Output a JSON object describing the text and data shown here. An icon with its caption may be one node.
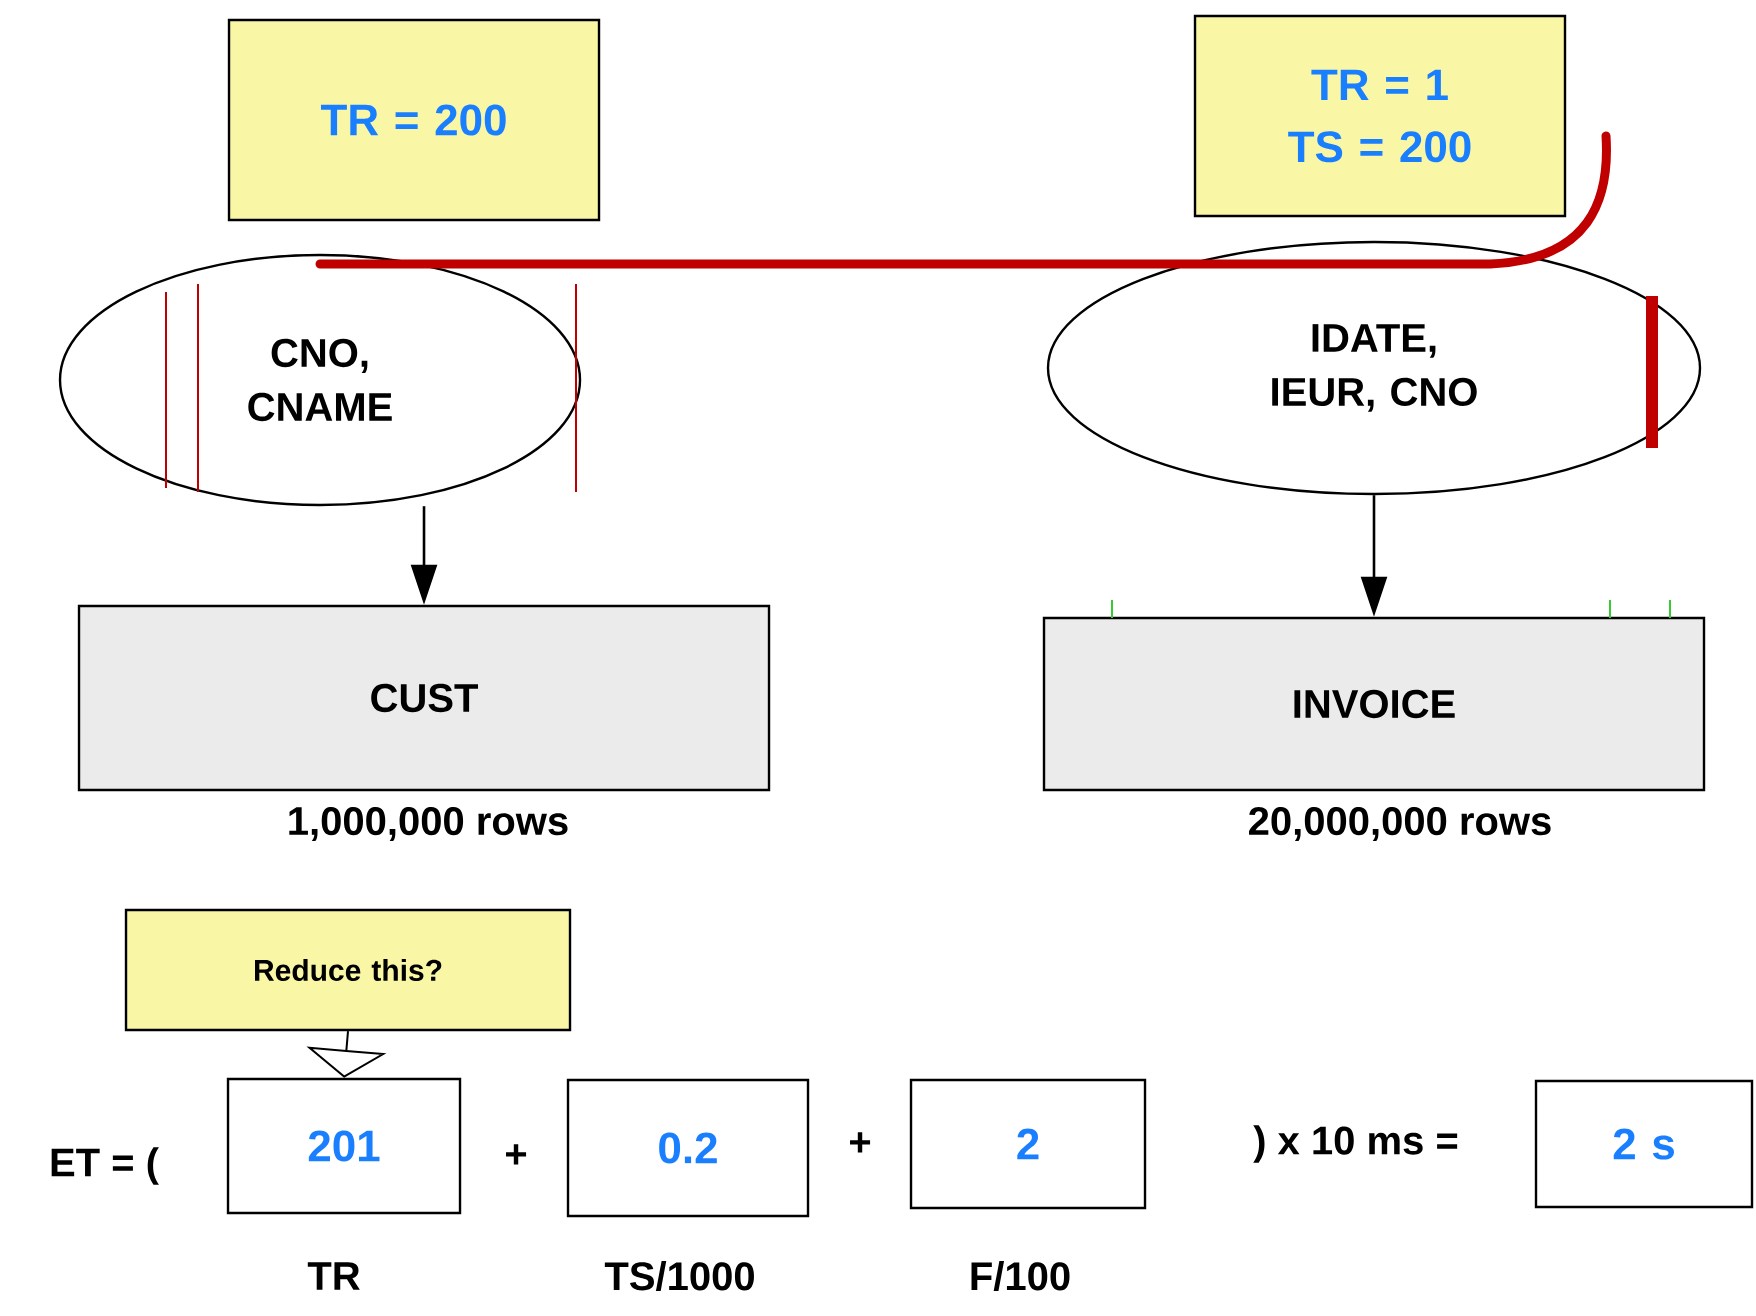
{
  "diagram": {
    "nodes": [
      {
        "text": [
          "TR = 200"
        ]
      },
      {
        "text": [
          "TR = 1",
          "TS = 200"
        ]
      },
      {
        "text": [
          "CNO, CNAME"
        ]
      },
      {
        "text": [
          "IDATE, IEUR, CNO"
        ]
      },
      {
        "text": [
          "CUST"
        ],
        "beside": [
          "1,000,000 rows"
        ]
      },
      {
        "text": [
          "INVOICE"
        ],
        "beside": [
          "20,000,000 rows"
        ]
      },
      {
        "text": [
          "Reduce this?"
        ]
      },
      {
        "text": [
          "201"
        ],
        "beside": [
          "TR"
        ]
      },
      {
        "text": [
          "0.2"
        ],
        "beside": [
          "TS/1000"
        ]
      },
      {
        "text": [
          "2"
        ],
        "beside": [
          "F/100"
        ]
      },
      {
        "text": [
          "2 s"
        ]
      }
    ],
    "edges": [
      {
        "from": 2,
        "to": 4,
        "arrow": "to"
      },
      {
        "from": 3,
        "to": 5,
        "arrow": "to"
      },
      {
        "from": 6,
        "to": 7,
        "arrow": "to"
      }
    ],
    "labels": [
      "ET = (",
      "+",
      "+",
      ") x 10 ms ="
    ]
  }
}
